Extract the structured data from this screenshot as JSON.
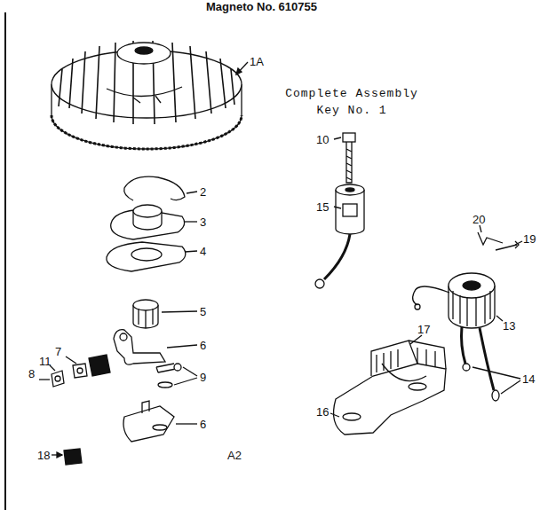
{
  "diagram": {
    "title": "Magneto No. 610755",
    "labels": [
      "1A",
      "Complete Assembly Key No. 1",
      "2",
      "10",
      "3",
      "15",
      "20",
      "19",
      "4",
      "13",
      "5",
      "6",
      "17",
      "7",
      "8",
      "11",
      "9",
      "14",
      "16",
      "6",
      "18",
      "A2"
    ]
  }
}
